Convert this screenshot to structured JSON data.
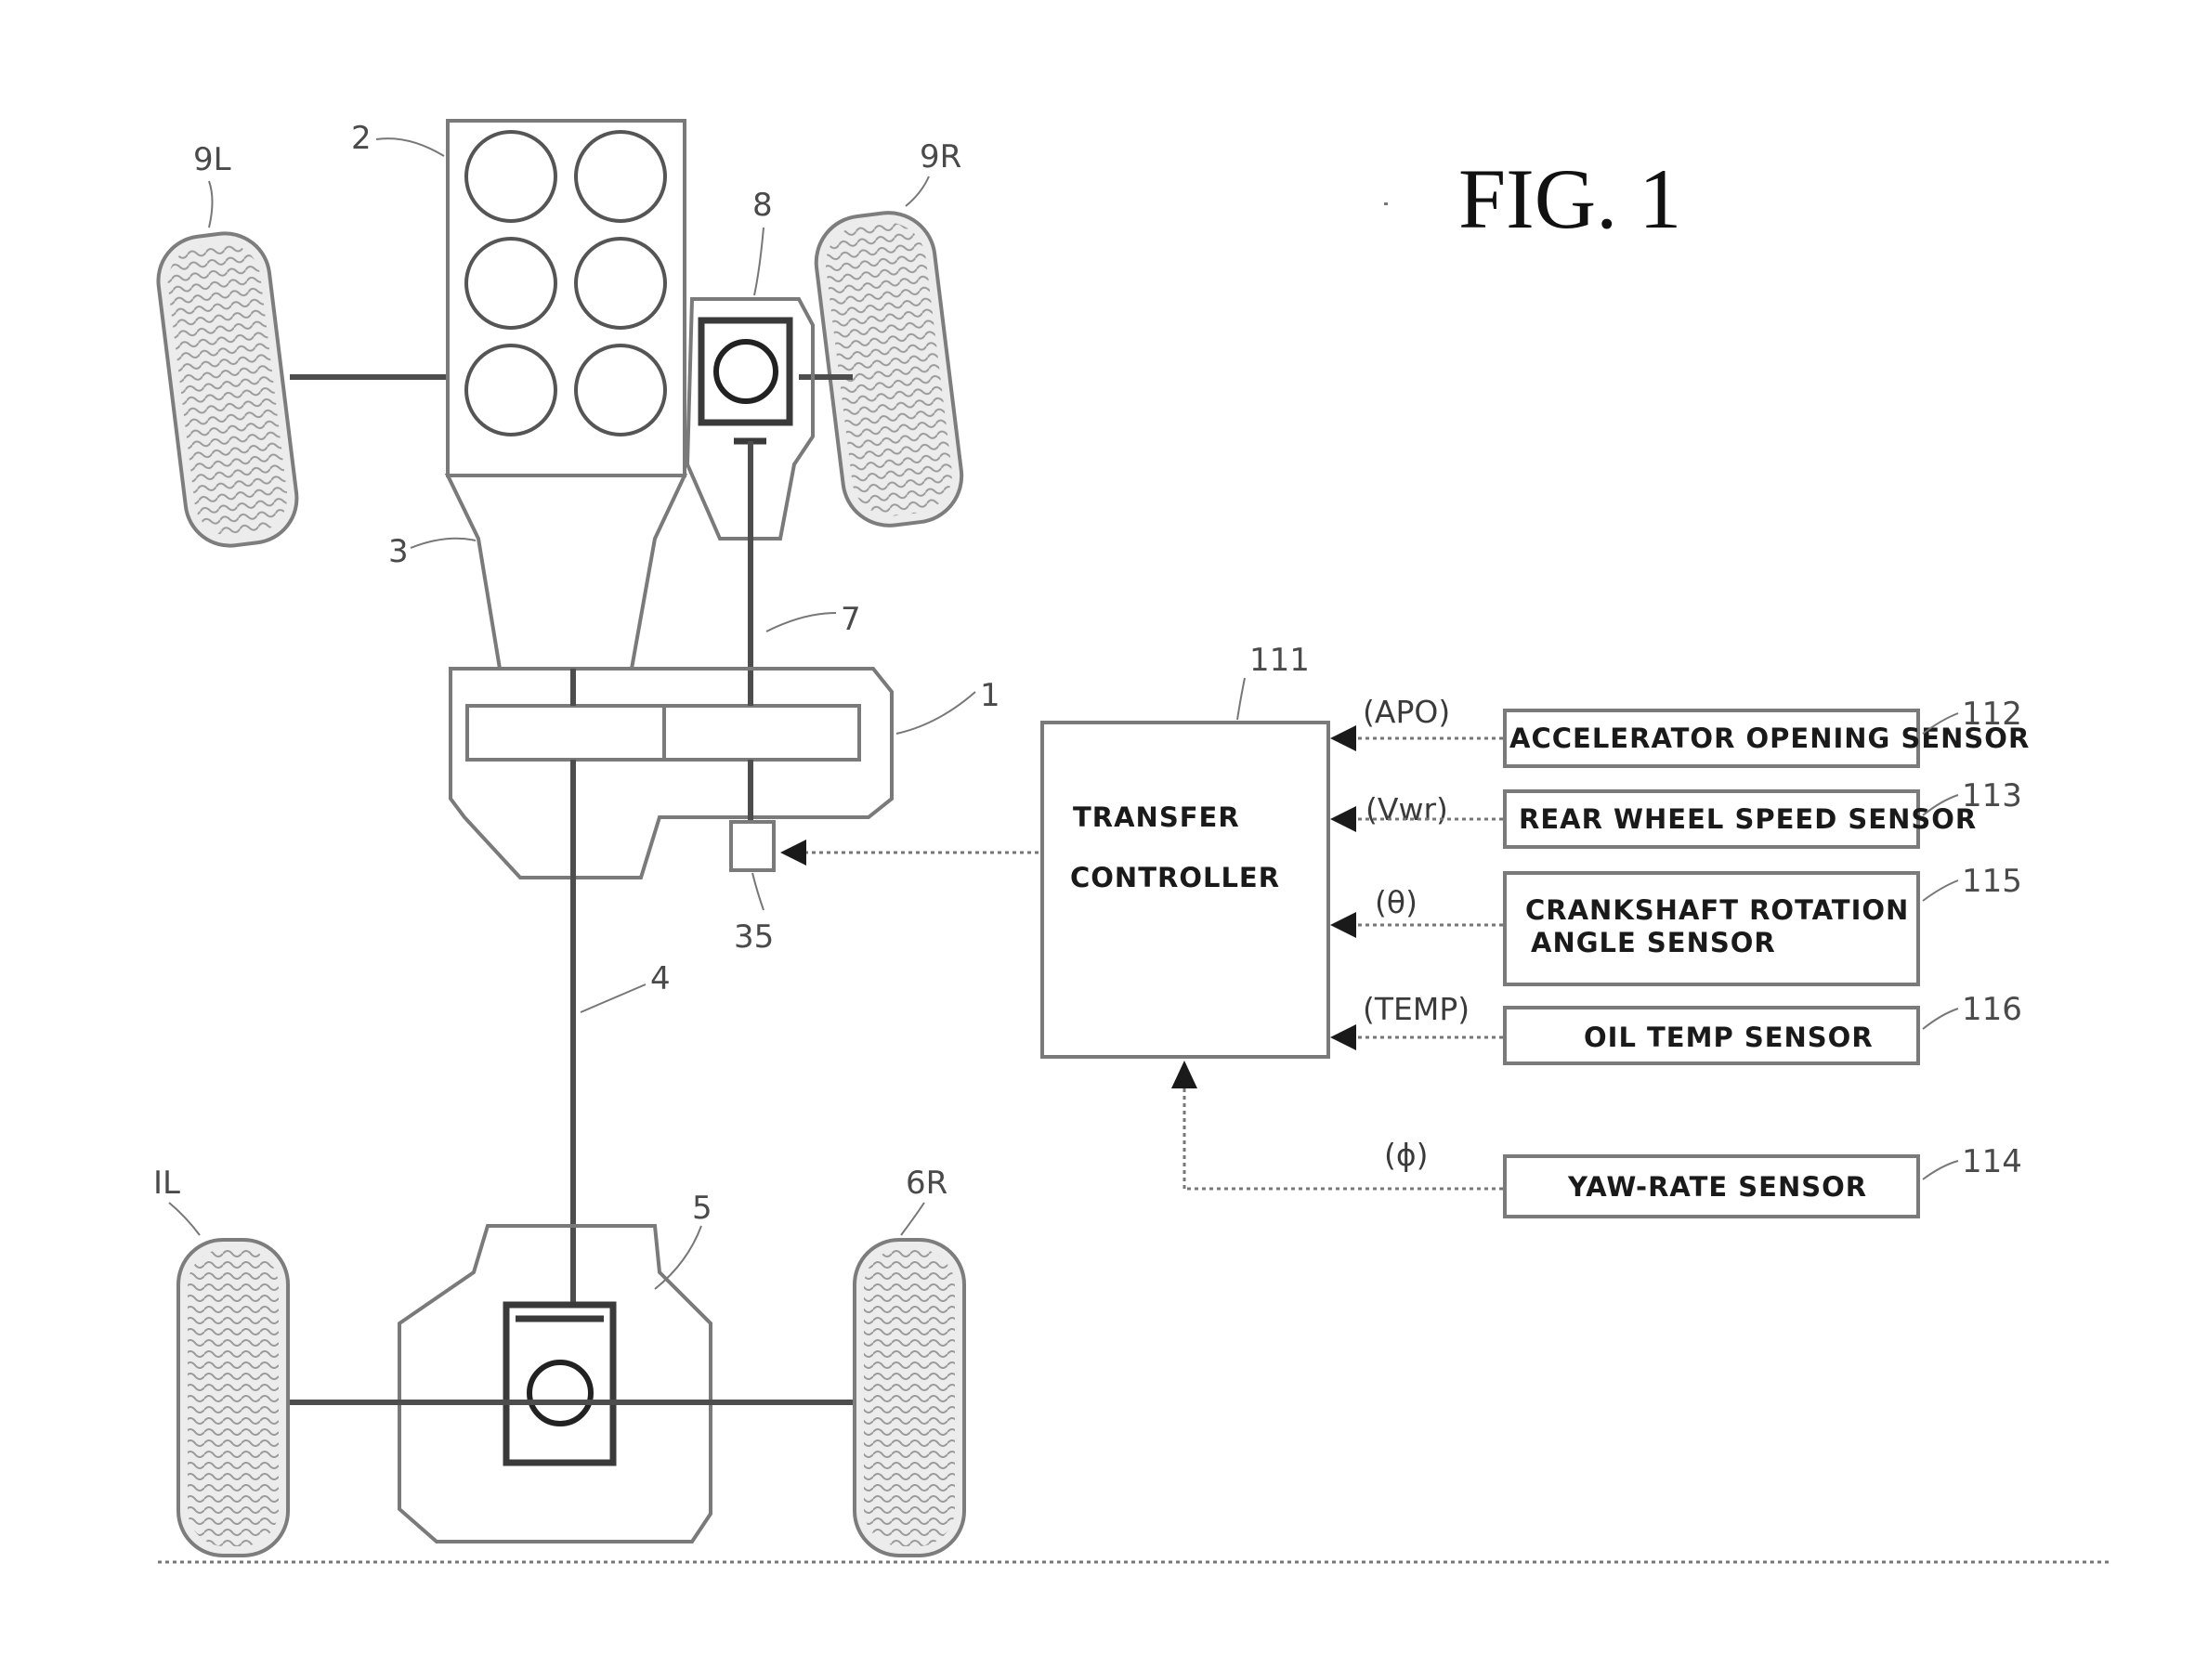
{
  "figure": {
    "title": "FIG. 1"
  },
  "refs": {
    "transfer": "1",
    "engine": "2",
    "transmission": "3",
    "rear_propeller_shaft": "4",
    "rear_differential": "5",
    "front_propeller_shaft": "7",
    "front_differential": "8",
    "front_left_wheel": "9L",
    "front_right_wheel": "9R",
    "rear_left_wheel": "IL",
    "rear_right_wheel": "6R",
    "actuator": "35",
    "controller": "111",
    "accel_sensor": "112",
    "rear_wheel_speed_sensor": "113",
    "crank_sensor": "115",
    "oil_temp_sensor": "116",
    "yaw_rate_sensor": "114"
  },
  "controller": {
    "line1": "TRANSFER",
    "line2": "CONTROLLER"
  },
  "sensors": {
    "accel": "ACCELERATOR OPENING SENSOR",
    "rear_speed": "REAR WHEEL SPEED SENSOR",
    "crank_line1": "CRANKSHAFT ROTATION",
    "crank_line2": "ANGLE SENSOR",
    "oil_temp": "OIL TEMP SENSOR",
    "yaw_rate": "YAW-RATE SENSOR"
  },
  "signals": {
    "apo": "(APO)",
    "vwr": "(Vwr)",
    "theta": "(θ)",
    "temp": "(TEMP)",
    "phi": "(ϕ)"
  }
}
